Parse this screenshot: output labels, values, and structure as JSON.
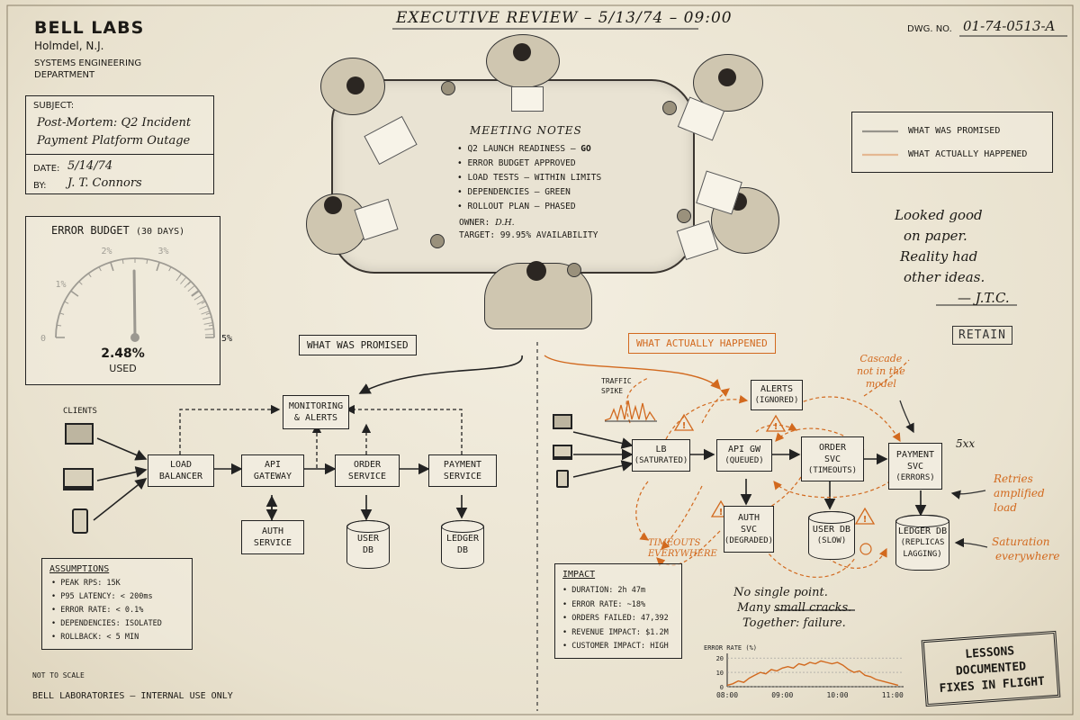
{
  "header": {
    "org": "BELL LABS",
    "location": "Holmdel, N.J.",
    "department": "SYSTEMS ENGINEERING\nDEPARTMENT",
    "title": "EXECUTIVE REVIEW – 5/13/74 – 09:00",
    "dwg_label": "DWG. NO.",
    "dwg_no": "01-74-0513-A"
  },
  "subject": {
    "label": "SUBJECT:",
    "line1": "Post-Mortem: Q2 Incident",
    "line2": "Payment Platform Outage",
    "date_label": "DATE:",
    "date": "5/14/74",
    "by_label": "BY:",
    "by": "J. T. Connors"
  },
  "gauge": {
    "title": "ERROR BUDGET",
    "period": "(30 DAYS)",
    "ticks": [
      "0",
      "1%",
      "2%",
      "3%",
      "5%"
    ],
    "value_label": "2.48%",
    "used_label": "USED",
    "value_pct": 2.48,
    "max_pct": 5
  },
  "meeting_notes": {
    "title": "MEETING NOTES",
    "items": [
      {
        "text": "Q2 LAUNCH READINESS – ",
        "emph": "GO"
      },
      {
        "text": "ERROR BUDGET APPROVED",
        "emph": ""
      },
      {
        "text": "LOAD TESTS – WITHIN LIMITS",
        "emph": ""
      },
      {
        "text": "DEPENDENCIES – GREEN",
        "emph": ""
      },
      {
        "text": "ROLLOUT PLAN – PHASED",
        "emph": ""
      }
    ],
    "owner_label": "OWNER:",
    "owner": "D.H.",
    "target_label": "TARGET:",
    "target": "99.95% AVAILABILITY"
  },
  "legend": {
    "promised": "WHAT WAS PROMISED",
    "actual": "WHAT ACTUALLY HAPPENED",
    "promised_color": "#111111",
    "actual_color": "#d2691e"
  },
  "side_note": {
    "lines": [
      "Looked good",
      "on paper.",
      "Reality had",
      "other ideas."
    ],
    "signature": "— J.T.C."
  },
  "retain_stamp": "RETAIN",
  "promised": {
    "tag": "WHAT WAS PROMISED",
    "clients_label": "CLIENTS",
    "monitoring": [
      "MONITORING",
      "& ALERTS"
    ],
    "load_balancer": [
      "LOAD",
      "BALANCER"
    ],
    "api_gateway": [
      "API",
      "GATEWAY"
    ],
    "order_service": [
      "ORDER",
      "SERVICE"
    ],
    "payment_service": [
      "PAYMENT",
      "SERVICE"
    ],
    "auth_service": [
      "AUTH",
      "SERVICE"
    ],
    "user_db": [
      "USER",
      "DB"
    ],
    "ledger_db": [
      "LEDGER",
      "DB"
    ]
  },
  "assumptions": {
    "title": "ASSUMPTIONS",
    "items": [
      "PEAK RPS: 15K",
      "P95 LATENCY: < 200ms",
      "ERROR RATE: < 0.1%",
      "DEPENDENCIES: ISOLATED",
      "ROLLBACK: < 5 MIN"
    ]
  },
  "actual": {
    "tag": "WHAT ACTUALLY HAPPENED",
    "traffic_spike": [
      "TRAFFIC",
      "SPIKE"
    ],
    "alerts": [
      "ALERTS",
      "(IGNORED)"
    ],
    "lb": [
      "LB",
      "(SATURATED)"
    ],
    "api_gw": [
      "API GW",
      "(QUEUED)"
    ],
    "order_svc": [
      "ORDER",
      "SVC",
      "(TIMEOUTS)"
    ],
    "payment_svc": [
      "PAYMENT",
      "SVC",
      "(ERRORS)"
    ],
    "auth_svc": [
      "AUTH",
      "SVC",
      "(DEGRADED)"
    ],
    "user_db": [
      "USER DB",
      "(SLOW)"
    ],
    "ledger_db": [
      "LEDGER DB",
      "(REPLICAS",
      "LAGGING)"
    ],
    "errors_5xx": "5xx",
    "cascade_note": [
      "Cascade",
      "not in the",
      "model"
    ],
    "retries_note": [
      "Retries",
      "amplified",
      "load"
    ],
    "saturation_note": [
      "Saturation",
      "everywhere"
    ],
    "timeouts_note": [
      "TIMEOUTS",
      "EVERYWHERE"
    ],
    "failure_note": [
      "No single point.",
      "Many small cracks.",
      "Together: failure."
    ]
  },
  "impact": {
    "title": "IMPACT",
    "items": [
      "DURATION: 2h 47m",
      "ERROR RATE: ~18%",
      "ORDERS FAILED: 47,392",
      "REVENUE IMPACT: $1.2M",
      "CUSTOMER IMPACT: HIGH"
    ]
  },
  "chart_data": {
    "type": "line",
    "title": "ERROR RATE (%)",
    "xlabel": "",
    "ylabel": "",
    "x_ticks": [
      "08:00",
      "09:00",
      "10:00",
      "11:00"
    ],
    "y_ticks": [
      0,
      10,
      20
    ],
    "ylim": [
      0,
      22
    ],
    "xlim": [
      0,
      3.2
    ],
    "color": "#d2691e",
    "series": [
      {
        "x": [
          0,
          0.1,
          0.2,
          0.3,
          0.4,
          0.5,
          0.6,
          0.7,
          0.8,
          0.9,
          1.0,
          1.1,
          1.2,
          1.3,
          1.4,
          1.5,
          1.6,
          1.7,
          1.8,
          1.9,
          2.0,
          2.1,
          2.2,
          2.3,
          2.4,
          2.5,
          2.6,
          2.7,
          2.8,
          2.9,
          3.0,
          3.1
        ],
        "y": [
          1,
          2,
          4,
          3,
          6,
          8,
          10,
          9,
          12,
          11,
          13,
          14,
          13,
          16,
          15,
          17,
          16,
          18,
          17,
          16,
          17,
          15,
          12,
          10,
          11,
          8,
          7,
          5,
          4,
          3,
          2,
          1
        ]
      }
    ]
  },
  "footer": {
    "scale": "NOT TO SCALE",
    "internal": "BELL LABORATORIES – INTERNAL USE ONLY"
  },
  "lessons_stamp": [
    "LESSONS",
    "DOCUMENTED",
    "FIXES IN FLIGHT"
  ]
}
